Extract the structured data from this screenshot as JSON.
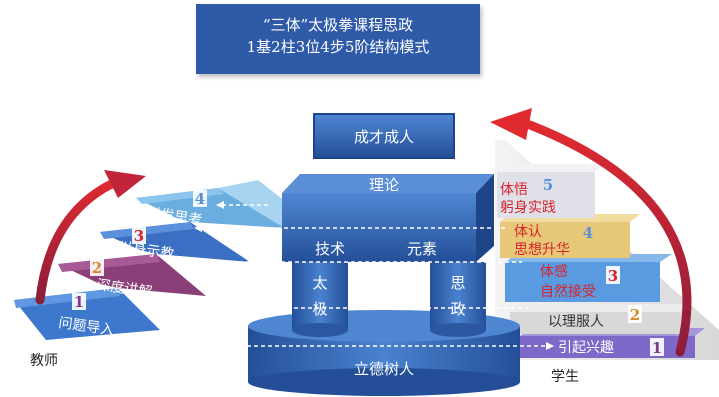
{
  "title": {
    "line1": "“三体”太极拳课程思政",
    "line2": "1基2柱3位4步5阶结构模式"
  },
  "top_block": "成才成人",
  "lintel": {
    "top": "理论",
    "left": "技术",
    "right": "元素"
  },
  "pillars": {
    "left": [
      "太",
      "极"
    ],
    "right": [
      "思",
      "政"
    ]
  },
  "base": "立德树人",
  "teacher": {
    "label": "教师",
    "steps": [
      {
        "num": "1",
        "text": "问题导入"
      },
      {
        "num": "2",
        "text": "深度讲解"
      },
      {
        "num": "3",
        "text": "以身示教"
      },
      {
        "num": "4",
        "text": "引发思考"
      }
    ]
  },
  "student": {
    "label": "学生",
    "steps": [
      {
        "num": "1",
        "text": "引起兴趣"
      },
      {
        "num": "2",
        "text": "以理服人"
      },
      {
        "num": "3",
        "line1": "体感",
        "line2": "自然接受"
      },
      {
        "num": "4",
        "line1": "体认",
        "line2": "思想升华"
      },
      {
        "num": "5",
        "line1": "体悟",
        "line2": "躬身实践"
      }
    ]
  },
  "colors": {
    "title_bg": "#2f5aa8",
    "pillar_blue": "#2e5fa8",
    "step_blue": "#3d78cc",
    "step_purple": "#8a3f79",
    "step_light": "#6aaee0",
    "arrow_red": "#d8242c",
    "student_text_red": "#d8242c",
    "num_orange": "#d58a2a"
  }
}
